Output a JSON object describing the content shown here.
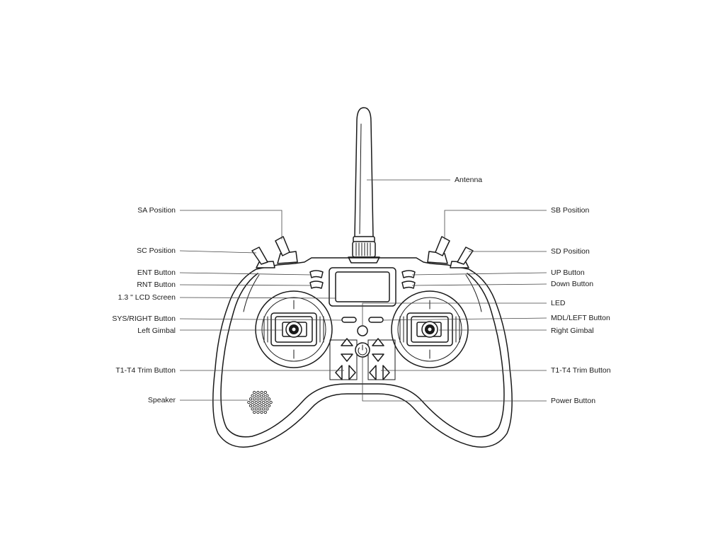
{
  "labels": {
    "antenna": "Antenna",
    "sa_position": "SA  Position",
    "sc_position": "SC  Position",
    "ent_button": "ENT  Button",
    "rnt_button": "RNT  Button",
    "lcd_screen": "1.3 \" LCD Screen",
    "sys_right_button": "SYS/RIGHT Button",
    "left_gimbal": "Left Gimbal",
    "trim_left": "T1-T4 Trim Button",
    "speaker": "Speaker",
    "sb_position": "SB  Position",
    "sd_position": "SD  Position",
    "up_button": "UP  Button",
    "down_button": "Down  Button",
    "led": "LED",
    "mdl_left_button": "MDL/LEFT Button",
    "right_gimbal": "Right Gimbal",
    "trim_right": "T1-T4 Trim Button",
    "power_button": "Power Button"
  }
}
